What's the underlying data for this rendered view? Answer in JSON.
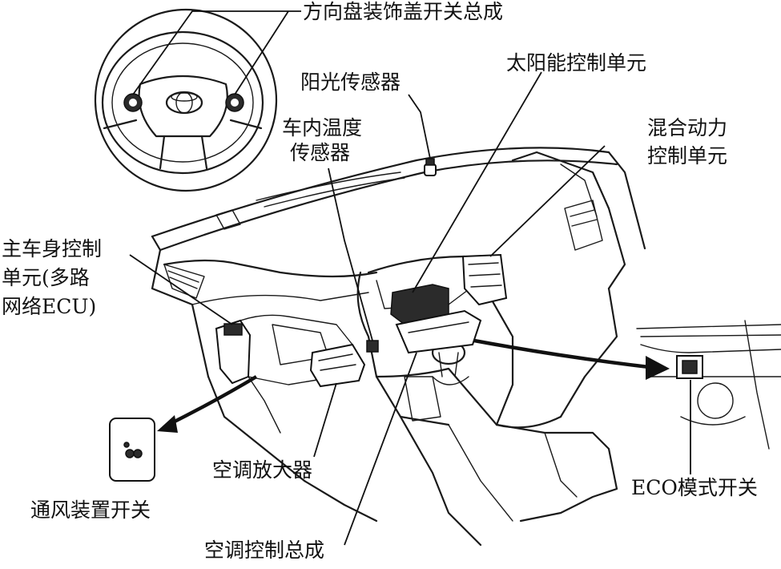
{
  "labels": {
    "steering_switch": "方向盘装饰盖开关总成",
    "sun_sensor": "阳光传感器",
    "solar_control_unit": "太阳能控制单元",
    "cabin_temp_sensor_line1": "车内温度",
    "cabin_temp_sensor_line2": "传感器",
    "hybrid_control_line1": "混合动力",
    "hybrid_control_line2": "控制单元",
    "main_body_ecu_line1": "主车身控制",
    "main_body_ecu_line2": "单元(多路",
    "main_body_ecu_line3": "网络ECU)",
    "vent_switch": "通风装置开关",
    "ac_amplifier": "空调放大器",
    "ac_control_assembly": "空调控制总成",
    "eco_mode_switch": "ECO模式开关"
  }
}
